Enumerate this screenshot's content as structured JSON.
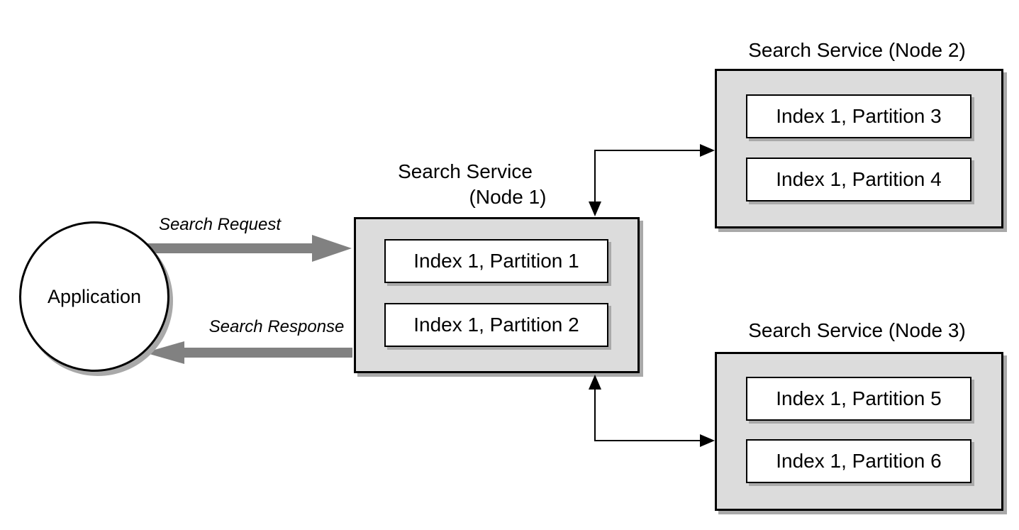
{
  "application": {
    "label": "Application"
  },
  "flows": {
    "request_label": "Search Request",
    "response_label": "Search Response"
  },
  "node1": {
    "title_line1": "Search Service",
    "title_line2": "(Node 1)",
    "partitions": [
      "Index 1, Partition 1",
      "Index 1, Partition 2"
    ]
  },
  "node2": {
    "title": "Search Service (Node 2)",
    "partitions": [
      "Index 1, Partition 3",
      "Index 1, Partition 4"
    ]
  },
  "node3": {
    "title": "Search Service (Node 3)",
    "partitions": [
      "Index 1, Partition 5",
      "Index 1, Partition 6"
    ]
  },
  "colors": {
    "background": "#ffffff",
    "node_fill": "#dcdcdc",
    "partition_fill": "#ffffff",
    "border": "#000000",
    "shadow": "#a9a9a9",
    "flow_arrow": "#818181",
    "connector": "#000000",
    "text": "#000000"
  }
}
